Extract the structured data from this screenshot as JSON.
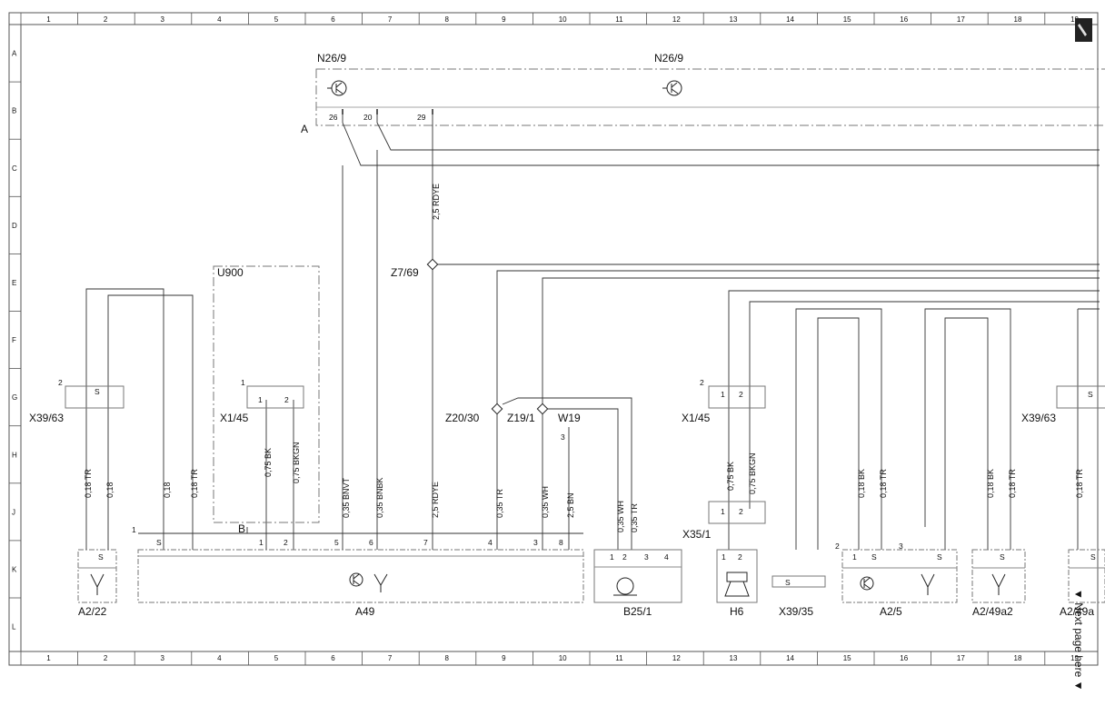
{
  "ruler": {
    "columns": [
      "1",
      "2",
      "3",
      "4",
      "5",
      "6",
      "7",
      "8",
      "9",
      "10",
      "11",
      "12",
      "13",
      "14",
      "15",
      "16",
      "17",
      "18",
      "19"
    ],
    "rows": [
      "A",
      "B",
      "C",
      "D",
      "E",
      "F",
      "G",
      "H",
      "J",
      "K",
      "L"
    ]
  },
  "components": {
    "n26_left": "N26/9",
    "n26_right": "N26/9",
    "label_a": "A",
    "label_b": "B",
    "u900": "U900",
    "z7": "Z7/69",
    "z20": "Z20/30",
    "z19": "Z19/1",
    "w19": "W19",
    "w19_pin": "3",
    "x39_left": "X39/63",
    "x39_left_num": "2",
    "x145_left": "X1/45",
    "x145_left_num": "1",
    "x145_right": "X1/45",
    "x145_right_num": "2",
    "x39_right": "X39/63",
    "x351": "X35/1",
    "a49_num": "1",
    "a25_num": "2",
    "a49a2_num": "3",
    "s_label": "S"
  },
  "bottom_labels": [
    "A2/22",
    "A49",
    "B25/1",
    "H6",
    "X39/35",
    "A2/5",
    "A2/49a2",
    "A2/49a"
  ],
  "pins": {
    "n26": [
      "26",
      "20",
      "29"
    ],
    "x145_left": [
      "1",
      "2"
    ],
    "x145_right": [
      "1",
      "2"
    ],
    "x351": [
      "1",
      "2"
    ],
    "a49": [
      "1",
      "2",
      "5",
      "6",
      "7",
      "4",
      "3",
      "8"
    ],
    "b25": [
      "1",
      "2",
      "3",
      "4"
    ],
    "h6": [
      "1",
      "2"
    ],
    "a25": [
      "1"
    ]
  },
  "wires": {
    "rdye_top": "2,5 RDYE",
    "a22_tr": "0,18 TR",
    "a22_18": "0,18",
    "a49_18": "0,18",
    "a49_tr": "0,18 TR",
    "bk_left": "0,75 BK",
    "bkgn_left": "0,75 BKGN",
    "bnvt": "0,35 BNVT",
    "bnbk": "0,35 BNBK",
    "rdye_bottom": "2,5 RDYE",
    "tr_035": "0,35 TR",
    "wh_035": "0,35 WH",
    "bn_25": "2,5 BN",
    "b25_wh": "0,35 WH",
    "b25_tr": "0,35 TR",
    "bk_right": "0,75 BK",
    "bkgn_right": "0,75 BKGN",
    "a25_bk": "0,18 BK",
    "a25_tr": "0,18 TR",
    "a49a2_bk": "0,18 BK",
    "a49a2_tr": "0,18 TR",
    "far_tr": "0,18 TR"
  },
  "side_note": "▼ Next page here ▼",
  "colors": {
    "line": "#1a1a1a",
    "frame": "#555555",
    "dash": "#777777"
  }
}
